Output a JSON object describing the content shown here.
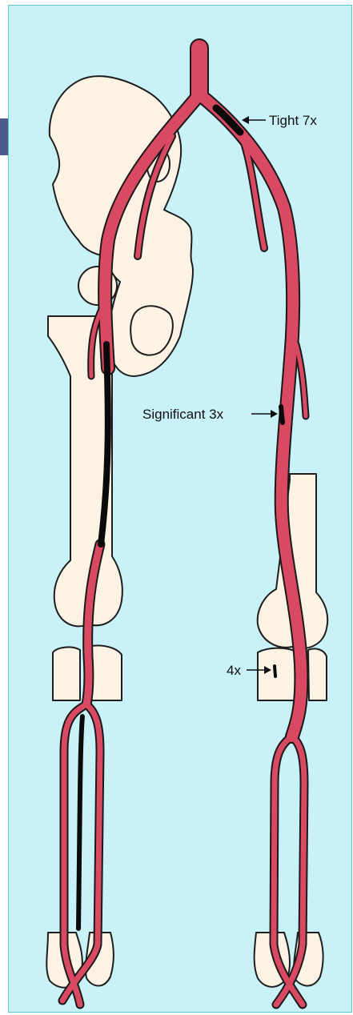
{
  "colors": {
    "background": "#c9f1f8",
    "frame_border": "#59c7cf",
    "tab": "#4c5a8e",
    "artery": "#d94a62",
    "bone": "#fdf3e4",
    "occlusion": "#0a0a0a"
  },
  "annotations": {
    "tight": "Tight 7x",
    "significant": "Significant 3x",
    "calf": "4x"
  }
}
